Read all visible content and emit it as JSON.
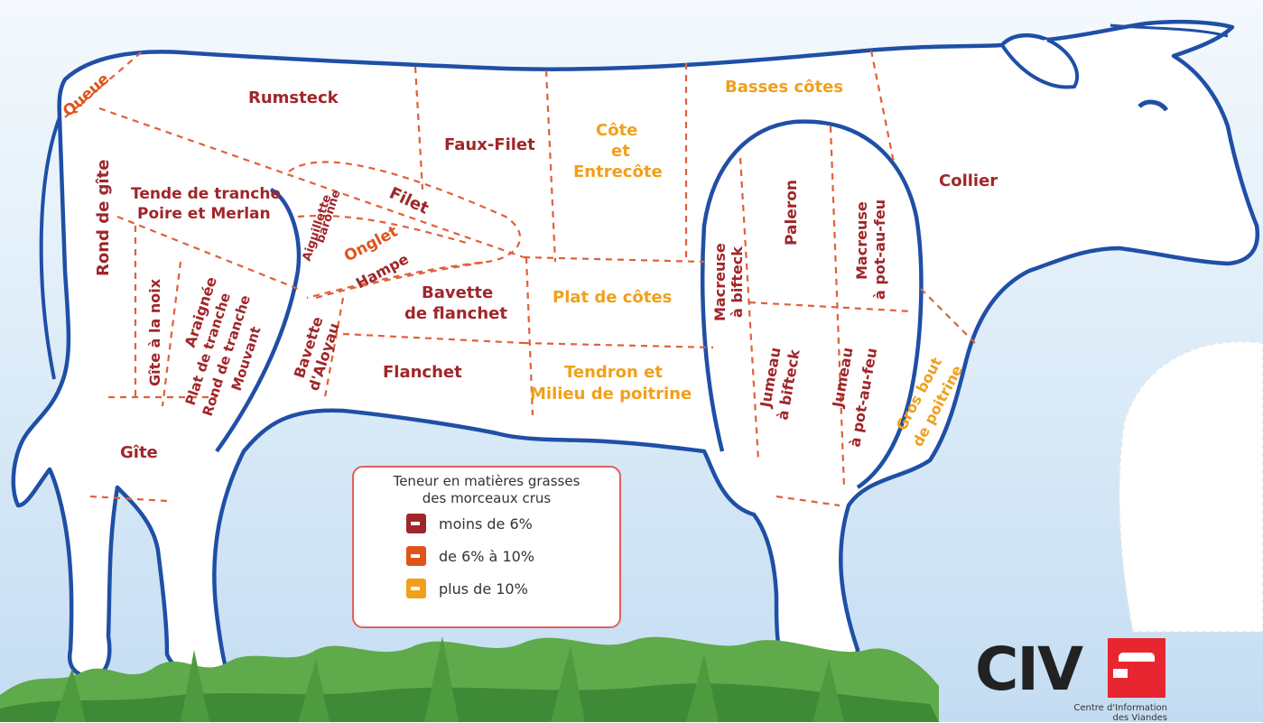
{
  "cuts": {
    "queue": "Queue",
    "rumsteck": "Rumsteck",
    "faux_filet": "Faux-Filet",
    "cote_1": "Côte",
    "cote_2": "et",
    "cote_3": "Entrecôte",
    "basses_cotes": "Basses côtes",
    "collier": "Collier",
    "rond_de_gite": "Rond de gîte",
    "tende_1": "Tende de tranche",
    "tende_2": "Poire et Merlan",
    "aiguillette_1": "Aiguillette",
    "aiguillette_2": "baronne",
    "filet": "Filet",
    "onglet": "Onglet",
    "hampe": "Hampe",
    "bavette_flanchet_1": "Bavette",
    "bavette_flanchet_2": "de flanchet",
    "plat_de_cotes": "Plat de côtes",
    "gite_noix": "Gîte à la noix",
    "araignee": "Araignée",
    "plat_tranche_1": "Plat de tranche",
    "plat_tranche_2": "Rond de tranche",
    "plat_tranche_3": "Mouvant",
    "bavette_aloyau_1": "Bavette",
    "bavette_aloyau_2": "d'Aloyau",
    "flanchet": "Flanchet",
    "tendron_1": "Tendron et",
    "tendron_2": "Milieu de poitrine",
    "macreuse_bifteck_1": "Macreuse",
    "macreuse_bifteck_2": "à bifteck",
    "paleron": "Paleron",
    "macreuse_pot_1": "Macreuse",
    "macreuse_pot_2": "à pot-au-feu",
    "jumeau_bifteck_1": "Jumeau",
    "jumeau_bifteck_2": "à bifteck",
    "jumeau_pot_1": "Jumeau",
    "jumeau_pot_2": "à pot-au-feu",
    "gros_bout_1": "Gros bout",
    "gros_bout_2": "de poitrine",
    "gite": "Gîte"
  },
  "legend": {
    "title_1": "Teneur en matières grasses",
    "title_2": "des morceaux crus",
    "items": [
      {
        "label": "moins de 6%",
        "color": "#a0262a"
      },
      {
        "label": "de 6% à 10%",
        "color": "#e0541b"
      },
      {
        "label": "plus de 10%",
        "color": "#f0a01c"
      }
    ]
  },
  "logo": {
    "word": "CIV",
    "subtitle_1": "Centre d'Information",
    "subtitle_2": "des Viandes"
  },
  "colors": {
    "outline": "#1f4fa6",
    "low_fat": "#a0262a",
    "mid_fat": "#e0541b",
    "high_fat": "#f0a01c"
  }
}
